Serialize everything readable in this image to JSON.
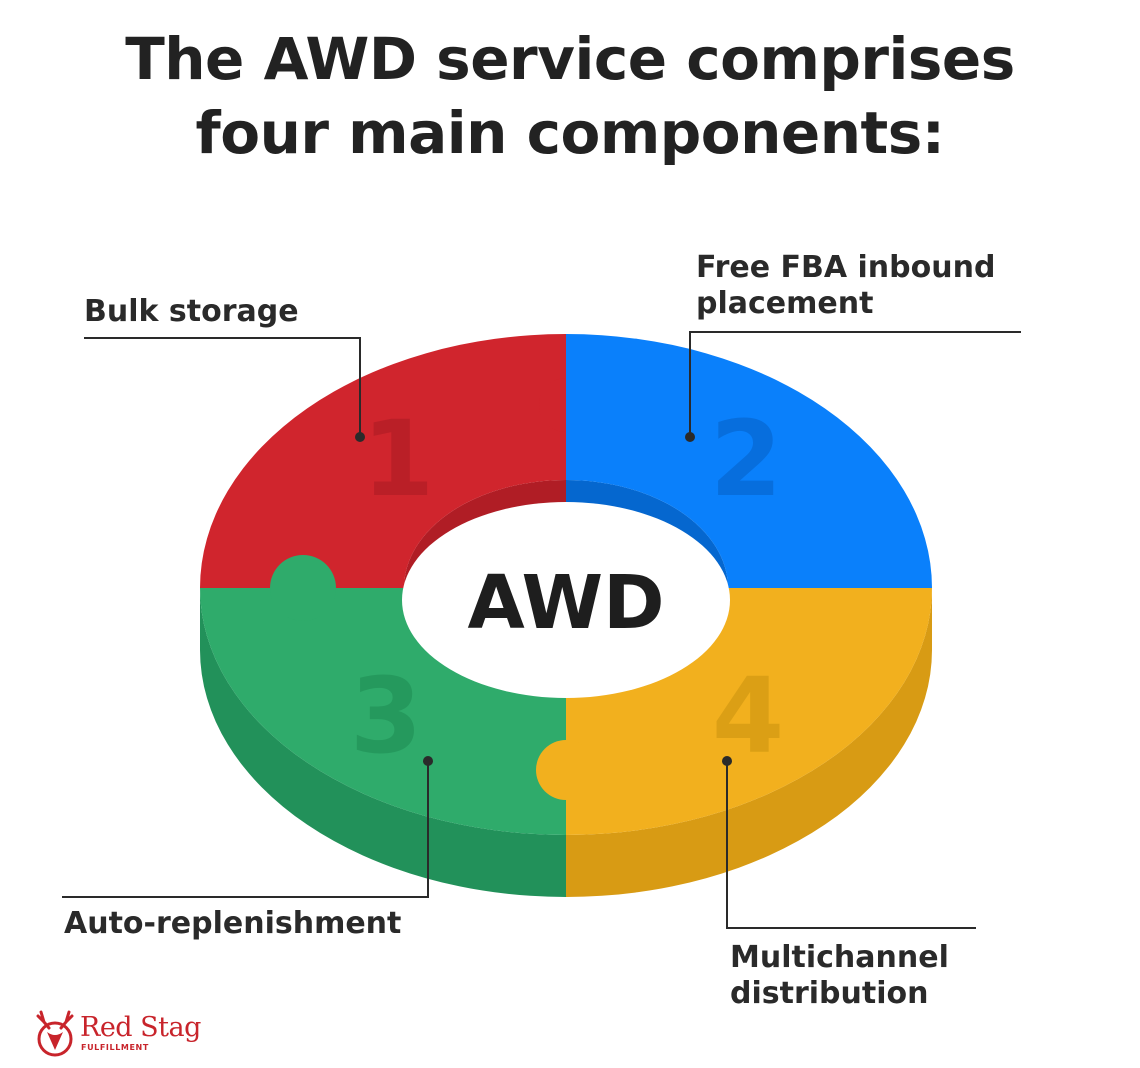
{
  "title": {
    "line1": "The AWD service comprises",
    "line2": "four main components:"
  },
  "center_label": "AWD",
  "components": [
    {
      "number": "1",
      "label": "Bulk storage",
      "color": "#d0252d"
    },
    {
      "number": "2",
      "label_line1": "Free FBA inbound",
      "label_line2": "placement",
      "color": "#0a80fb"
    },
    {
      "number": "3",
      "label": "Auto-replenishment",
      "color": "#2fab6b"
    },
    {
      "number": "4",
      "label_line1": "Multichannel",
      "label_line2": "distribution",
      "color": "#f2b01e"
    }
  ],
  "logo": {
    "brand": "Red Stag",
    "sub": "FULFILLMENT",
    "icon": "stag-head-icon",
    "color": "#c8242b"
  }
}
